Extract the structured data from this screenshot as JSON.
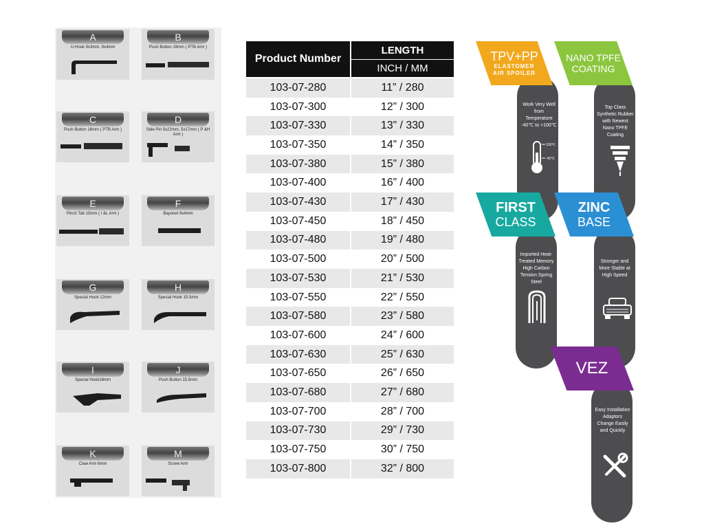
{
  "adapters": [
    {
      "letter": "A",
      "desc": "U-Hook 9x3mm, 9x4mm"
    },
    {
      "letter": "B",
      "desc": "Push Button 19mm ( PTB Arm )"
    },
    {
      "letter": "C",
      "desc": "Push Button 16mm ( PTB Arm )"
    },
    {
      "letter": "D",
      "desc": "Side Pin 5x22mm, 5x17mm ( P &H Arm )"
    },
    {
      "letter": "E",
      "desc": "Pinch Tab 15mm ( I &L Arm )"
    },
    {
      "letter": "F",
      "desc": "Bayonet 9x4mm"
    },
    {
      "letter": "G",
      "desc": "Special Hook 12mm"
    },
    {
      "letter": "H",
      "desc": "Special Hook 15.5mm"
    },
    {
      "letter": "I",
      "desc": "Special Hook16mm"
    },
    {
      "letter": "J",
      "desc": "Push Button 15.5mm"
    },
    {
      "letter": "K",
      "desc": "Claw Arm 6mm"
    },
    {
      "letter": "M",
      "desc": "Screw Arm"
    }
  ],
  "table": {
    "header_product": "Product Number",
    "header_length": "LENGTH",
    "header_unit": "INCH / MM",
    "rows": [
      {
        "product": "103-07-280",
        "length": "11” / 280"
      },
      {
        "product": "103-07-300",
        "length": "12” / 300"
      },
      {
        "product": "103-07-330",
        "length": "13” / 330"
      },
      {
        "product": "103-07-350",
        "length": "14” / 350"
      },
      {
        "product": "103-07-380",
        "length": "15” / 380"
      },
      {
        "product": "103-07-400",
        "length": "16” / 400"
      },
      {
        "product": "103-07-430",
        "length": "17” / 430"
      },
      {
        "product": "103-07-450",
        "length": "18” / 450"
      },
      {
        "product": "103-07-480",
        "length": "19” / 480"
      },
      {
        "product": "103-07-500",
        "length": "20” / 500"
      },
      {
        "product": "103-07-530",
        "length": "21” / 530"
      },
      {
        "product": "103-07-550",
        "length": "22” / 550"
      },
      {
        "product": "103-07-580",
        "length": "23” / 580"
      },
      {
        "product": "103-07-600",
        "length": "24” / 600"
      },
      {
        "product": "103-07-630",
        "length": "25” / 630"
      },
      {
        "product": "103-07-650",
        "length": "26” / 650"
      },
      {
        "product": "103-07-680",
        "length": "27” / 680"
      },
      {
        "product": "103-07-700",
        "length": "28” / 700"
      },
      {
        "product": "103-07-730",
        "length": "29” / 730"
      },
      {
        "product": "103-07-750",
        "length": "30” / 750"
      },
      {
        "product": "103-07-800",
        "length": "32” / 800"
      }
    ]
  },
  "features": {
    "tpv": {
      "title": "TPV+PP",
      "subtitle1": "ELASTOMER",
      "subtitle2": "AIR SPOILER",
      "text": "Work Very Well from Temperature -40℃ to +100℃",
      "therm_high": "100℃",
      "therm_low": "-40℃",
      "color": "#f2a81d",
      "icon": "thermometer-icon"
    },
    "nano": {
      "title1": "NANO TPFE",
      "title2": "COATING",
      "text": "Top Class Synthetic Rubber with Newest Nano TPFE Coating",
      "color": "#8cc63f",
      "icon": "spray-nozzle-icon"
    },
    "first": {
      "title1": "FIRST",
      "title2": "CLASS",
      "text": "Imported Heat-Treated Memory High Carbon Tension Spring Steel",
      "color": "#17a9a0",
      "icon": "spring-steel-icon"
    },
    "zinc": {
      "title1": "ZINC",
      "title2": "BASE",
      "text": "Stronger and More Stable at High Speed",
      "color": "#2b8fd3",
      "icon": "car-icon"
    },
    "vez": {
      "title": "VEZ",
      "text": "Easy Installation Adaptors Change Easily and Quickly",
      "color": "#7b2c91",
      "icon": "tools-icon"
    }
  }
}
